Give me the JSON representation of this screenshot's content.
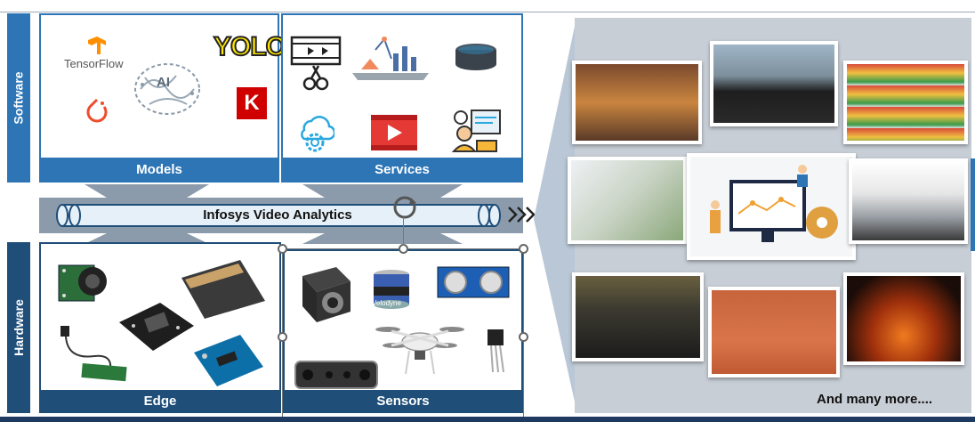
{
  "side_labels": {
    "software": "Software",
    "hardware": "Hardware"
  },
  "panels": {
    "models": "Models",
    "services": "Services",
    "edge": "Edge",
    "sensors": "Sensors"
  },
  "banner": {
    "title": "Infosys Video Analytics"
  },
  "model_logos": {
    "tensorflow": "TensorFlow",
    "ai": "AI",
    "yolo": "YOLO",
    "keras": "K"
  },
  "sensor_text": {
    "lidar": "Velodyne"
  },
  "footer": {
    "more": "And many more...."
  },
  "colors": {
    "software_blue": "#2e75b6",
    "hardware_blue": "#1f4e79",
    "banner_gray": "#8c9bab",
    "gallery_bg": "#c8ced6"
  }
}
